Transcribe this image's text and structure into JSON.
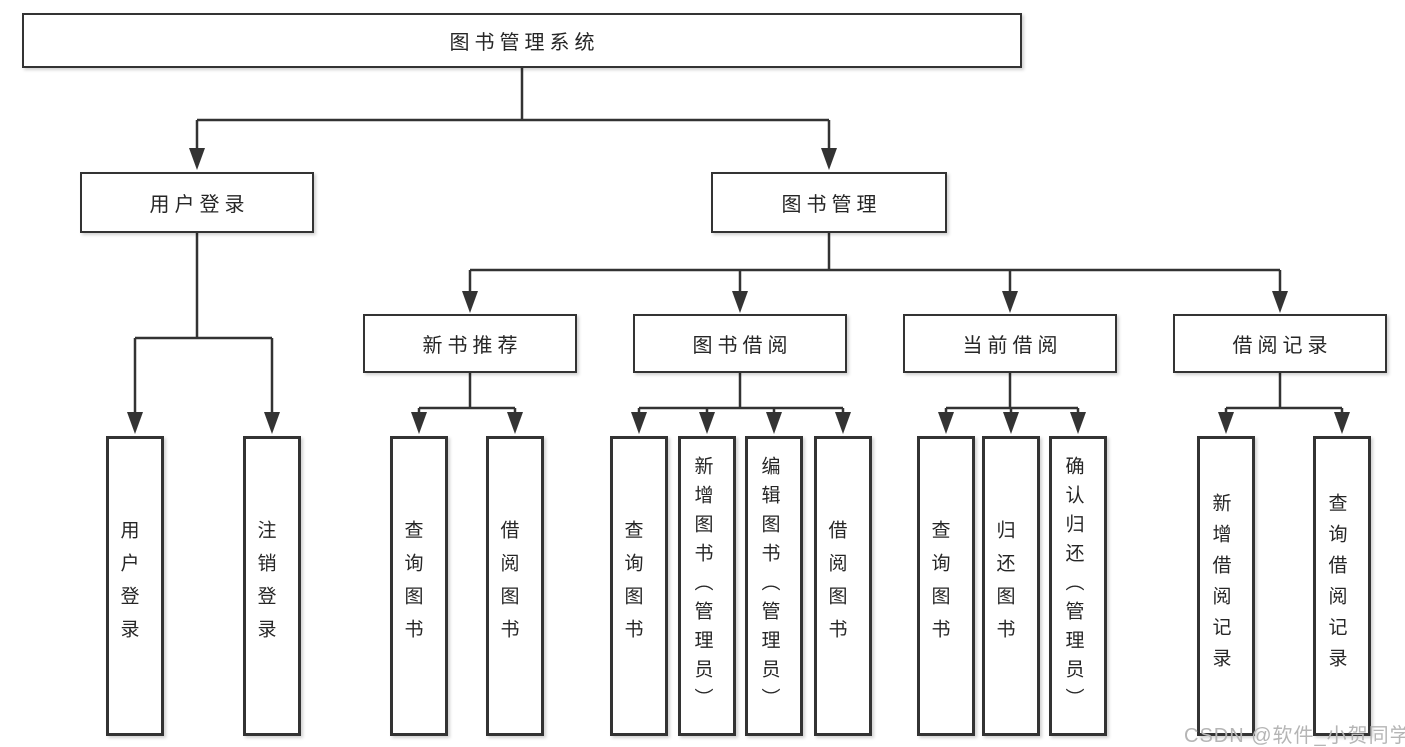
{
  "tree": {
    "root": {
      "label": "图书管理系统"
    },
    "branches": [
      {
        "label": "用户登录",
        "children": [
          {
            "label": "用户登录"
          },
          {
            "label": "注销登录"
          }
        ]
      },
      {
        "label": "图书管理",
        "children": [
          {
            "label": "新书推荐",
            "children": [
              {
                "label": "查询图书"
              },
              {
                "label": "借阅图书"
              }
            ]
          },
          {
            "label": "图书借阅",
            "children": [
              {
                "label": "查询图书"
              },
              {
                "label": "新增图书（管理员）"
              },
              {
                "label": "编辑图书（管理员）"
              },
              {
                "label": "借阅图书"
              }
            ]
          },
          {
            "label": "当前借阅",
            "children": [
              {
                "label": "查询图书"
              },
              {
                "label": "归还图书"
              },
              {
                "label": "确认归还（管理员）"
              }
            ]
          },
          {
            "label": "借阅记录",
            "children": [
              {
                "label": "新增借阅记录"
              },
              {
                "label": "查询借阅记录"
              }
            ]
          }
        ]
      }
    ]
  },
  "watermark": "CSDN @软件_小贺同学",
  "colors": {
    "line": "#333333",
    "node_border": "#333333",
    "node_fill": "#ffffff",
    "text": "#262626",
    "watermark": "#b5b5b5",
    "background": "#ffffff"
  }
}
